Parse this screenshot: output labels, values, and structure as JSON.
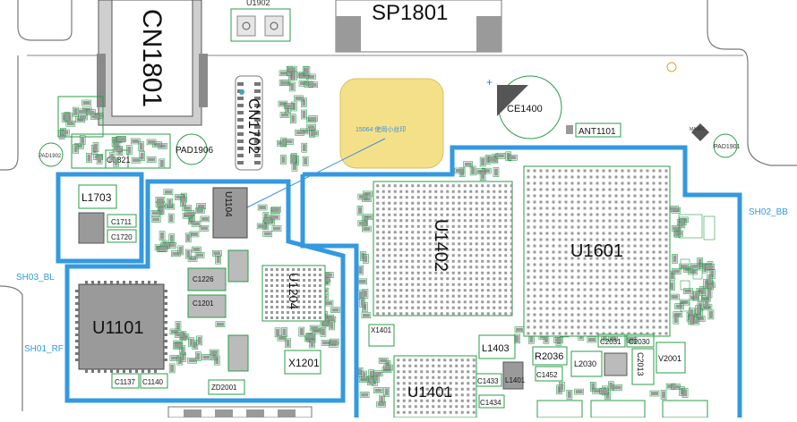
{
  "labels": {
    "cn1801": "CN1801",
    "sp1801": "SP1801",
    "u1902": "U1902",
    "cn1702": "CN1702",
    "ce1400": "CE1400",
    "ant1101": "ANT1101",
    "mark": "MARK1",
    "pad1901": "PAD1901",
    "pad1902": "PAD1902",
    "pad1906": "PAD1906",
    "l1703": "L1703",
    "c1711": "C1711",
    "c1720": "C1720",
    "c1821": "C1821",
    "u1104": "U1104",
    "u1204": "U1204",
    "u1101": "U1101",
    "c1137": "C1137",
    "c1140": "C1140",
    "x1201": "X1201",
    "zd2001": "ZD2001",
    "c1226": "C1226",
    "c1201": "C1201",
    "u1402": "U1402",
    "u1601": "U1601",
    "u1401": "U1401",
    "x1401": "X1401",
    "l1403": "L1403",
    "l1401": "L1401",
    "c1433": "C1433",
    "c1434": "C1434",
    "r2036": "R2036",
    "c1452": "C1452",
    "l2030": "L2030",
    "c2031": "C2031",
    "c2030": "C2030",
    "c2013": "C2013",
    "v2001": "V2001",
    "note": "15064 使用小丝印",
    "sh02": "SH02_BB",
    "sh03": "SH03_BL",
    "sh01": "SH01_RF"
  },
  "colors": {
    "outline": "#7a7a7a",
    "silk": "#2a9d4a",
    "shield": "#3399e0",
    "pad": "#9a9a9a",
    "padDark": "#6f6f6f",
    "copper": "#f0d878",
    "teal": "#4aa0c0",
    "note": "#3a8fd8"
  }
}
